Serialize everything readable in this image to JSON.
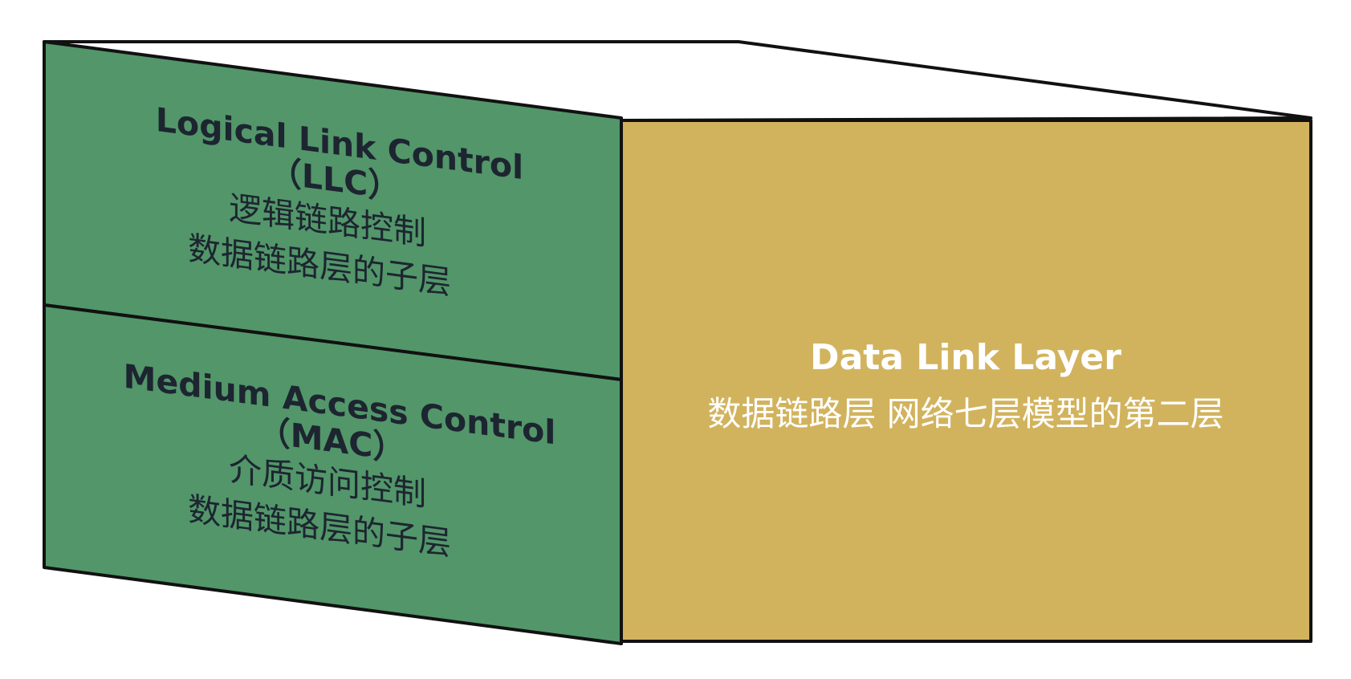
{
  "colors": {
    "sublayer_fill": "#52966a",
    "layer_fill": "#d2b35d",
    "top_fill": "#ffffff",
    "outline": "#111111",
    "dark_text": "#1d2530",
    "light_text": "#ffffff"
  },
  "llc": {
    "title": "Logical Link Control",
    "abbr": "（LLC）",
    "name_zh": "逻辑链路控制",
    "desc_zh": "数据链路层的子层"
  },
  "mac": {
    "title": "Medium Access Control",
    "abbr": "（MAC）",
    "name_zh": "介质访问控制",
    "desc_zh": "数据链路层的子层"
  },
  "layer": {
    "title": "Data Link Layer",
    "desc_zh": "数据链路层 网络七层模型的第二层"
  }
}
